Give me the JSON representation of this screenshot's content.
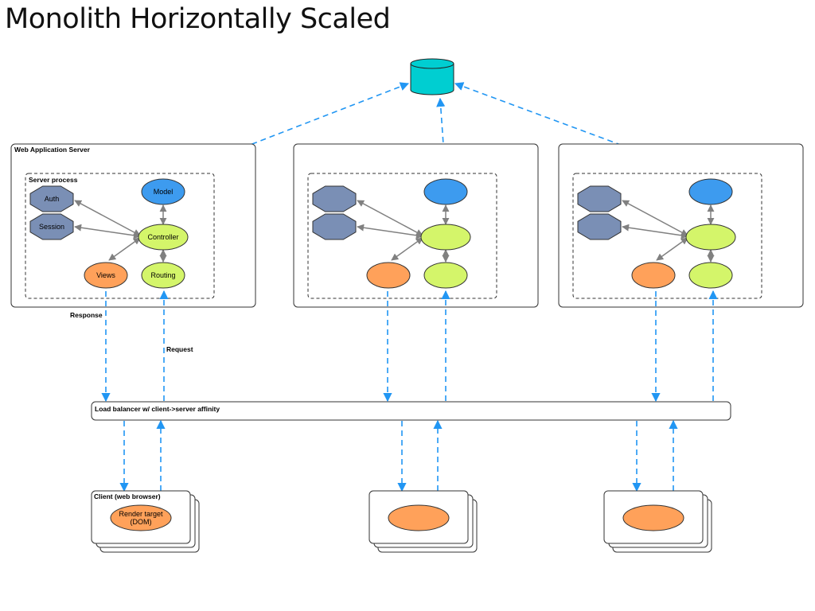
{
  "title": "Monolith Horizontally Scaled",
  "servers": [
    {
      "label": "Web Application Server",
      "process_label": "Server process",
      "nodes": {
        "auth": "Auth",
        "session": "Session",
        "model": "Model",
        "controller": "Controller",
        "views": "Views",
        "routing": "Routing"
      }
    },
    {
      "label": "",
      "process_label": "",
      "nodes": {
        "auth": "",
        "session": "",
        "model": "",
        "controller": "",
        "views": "",
        "routing": ""
      }
    },
    {
      "label": "",
      "process_label": "",
      "nodes": {
        "auth": "",
        "session": "",
        "model": "",
        "controller": "",
        "views": "",
        "routing": ""
      }
    }
  ],
  "flow_labels": {
    "response": "Response",
    "request": "Request"
  },
  "load_balancer": {
    "label": "Load balancer w/ client->server affinity"
  },
  "clients": [
    {
      "label": "Client (web browser)",
      "render_target": "Render target\n(DOM)"
    },
    {
      "label": "",
      "render_target": ""
    },
    {
      "label": "",
      "render_target": ""
    }
  ],
  "colors": {
    "database": "#00CED1",
    "model": "#3D9BEF",
    "controller_routing": "#D4F56A",
    "views": "#FFA15A",
    "octagon": "#7A8FB5",
    "dashed_arrow": "#2196F3",
    "grey_arrow": "#808080"
  }
}
